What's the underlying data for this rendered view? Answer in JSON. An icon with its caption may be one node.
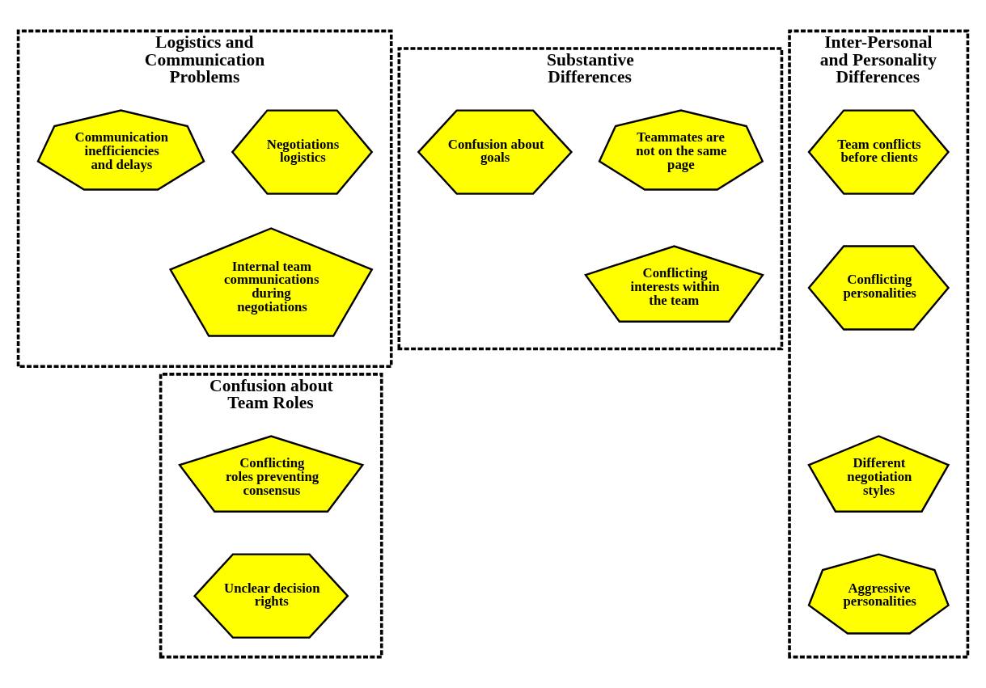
{
  "diagram": {
    "nodes": [
      {
        "text": [
          "Logistics and Communication Problems"
        ]
      },
      {
        "text": [
          "Negotiations logistics"
        ],
        "in": 0
      },
      {
        "text": [
          "Communication inefficiencies and delays"
        ],
        "in": 0
      },
      {
        "text": [
          "Internal team communications during negotiations"
        ],
        "in": 0
      },
      {
        "text": [
          "Substantive Differences"
        ]
      },
      {
        "text": [
          "Teammates are not on the same page"
        ],
        "in": 4
      },
      {
        "text": [
          "Confusion about goals"
        ],
        "in": 4
      },
      {
        "text": [
          "Conflicting interests within the team"
        ],
        "in": 4
      },
      {
        "text": [
          "Confusion about Team Roles"
        ]
      },
      {
        "text": [
          "Conflicting roles preventing consensus"
        ],
        "in": 8
      },
      {
        "text": [
          "Unclear decision rights"
        ],
        "in": 8
      },
      {
        "text": [
          "Inter-Personal and Personality Differences"
        ]
      },
      {
        "text": [
          "Different negotiation styles"
        ],
        "in": 11
      },
      {
        "text": [
          "Team conflicts before clients"
        ],
        "in": 11
      },
      {
        "text": [
          "Aggressive personalities"
        ],
        "in": 11
      },
      {
        "text": [
          "Conflicting personalities"
        ],
        "in": 11
      }
    ]
  }
}
